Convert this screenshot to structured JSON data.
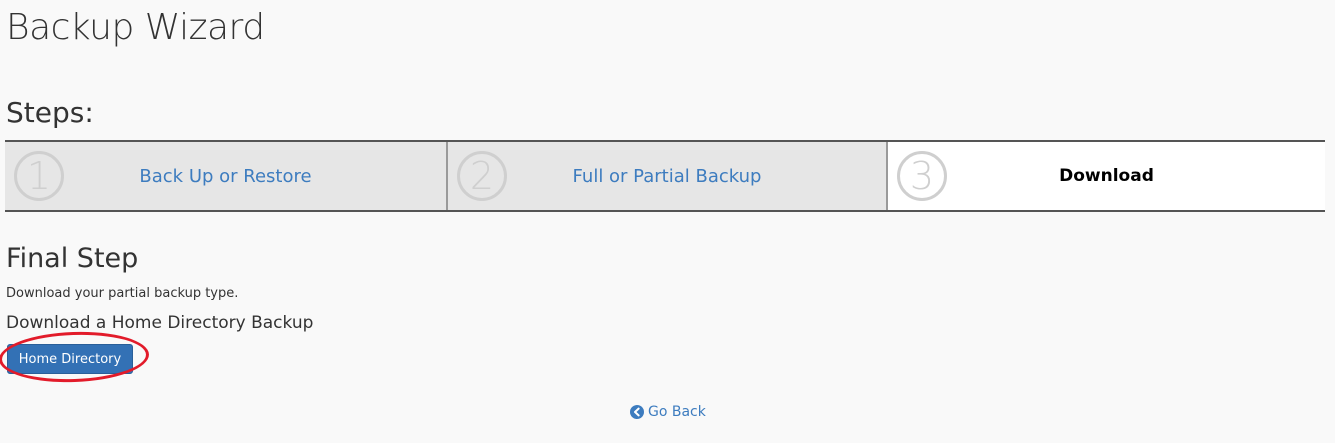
{
  "page": {
    "title": "Backup Wizard"
  },
  "steps": {
    "heading": "Steps:",
    "items": [
      {
        "number": "1",
        "label": "Back Up or Restore",
        "active": false
      },
      {
        "number": "2",
        "label": "Full or Partial Backup",
        "active": false
      },
      {
        "number": "3",
        "label": "Download",
        "active": true
      }
    ]
  },
  "final_step": {
    "title": "Final Step",
    "description": "Download your partial backup type.",
    "subtitle": "Download a Home Directory Backup",
    "button_label": "Home Directory"
  },
  "nav": {
    "go_back_label": "Go Back"
  },
  "colors": {
    "link": "#3d7cbf",
    "button": "#3371b5",
    "highlight": "#e21b2a",
    "inactive_step_bg": "#e6e6e6",
    "active_step_bg": "#ffffff"
  }
}
